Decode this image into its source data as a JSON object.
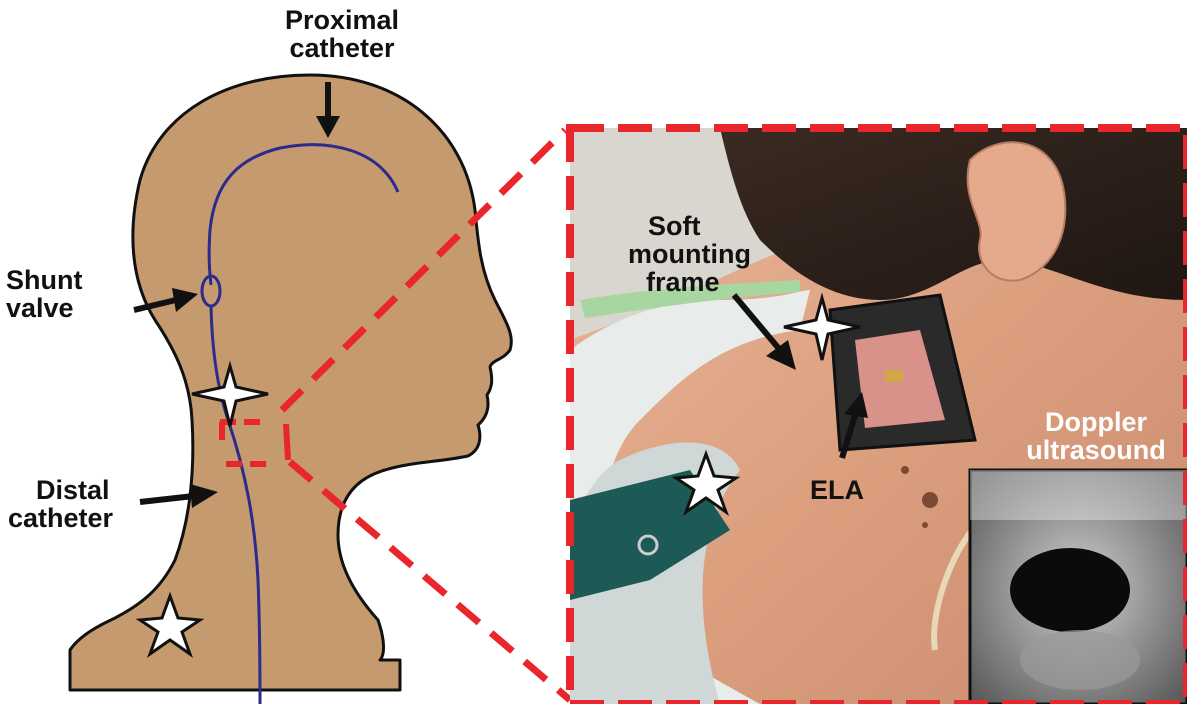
{
  "labels": {
    "proximal_catheter": [
      "Proximal",
      "catheter"
    ],
    "shunt_valve": [
      "Shunt",
      "valve"
    ],
    "distal_catheter": [
      "Distal",
      "catheter"
    ],
    "soft_mounting_frame": [
      "Soft",
      "mounting",
      "frame"
    ],
    "ela": "ELA",
    "doppler_ultrasound": [
      "Doppler",
      "ultrasound"
    ]
  },
  "colors": {
    "head_skin": "#c59a6e",
    "catheter": "#2b2b8e",
    "zoom_border": "#e8262b",
    "arrow": "#111111",
    "star_fill": "#ffffff"
  },
  "icons": [
    "star-icon",
    "arrow-icon"
  ]
}
